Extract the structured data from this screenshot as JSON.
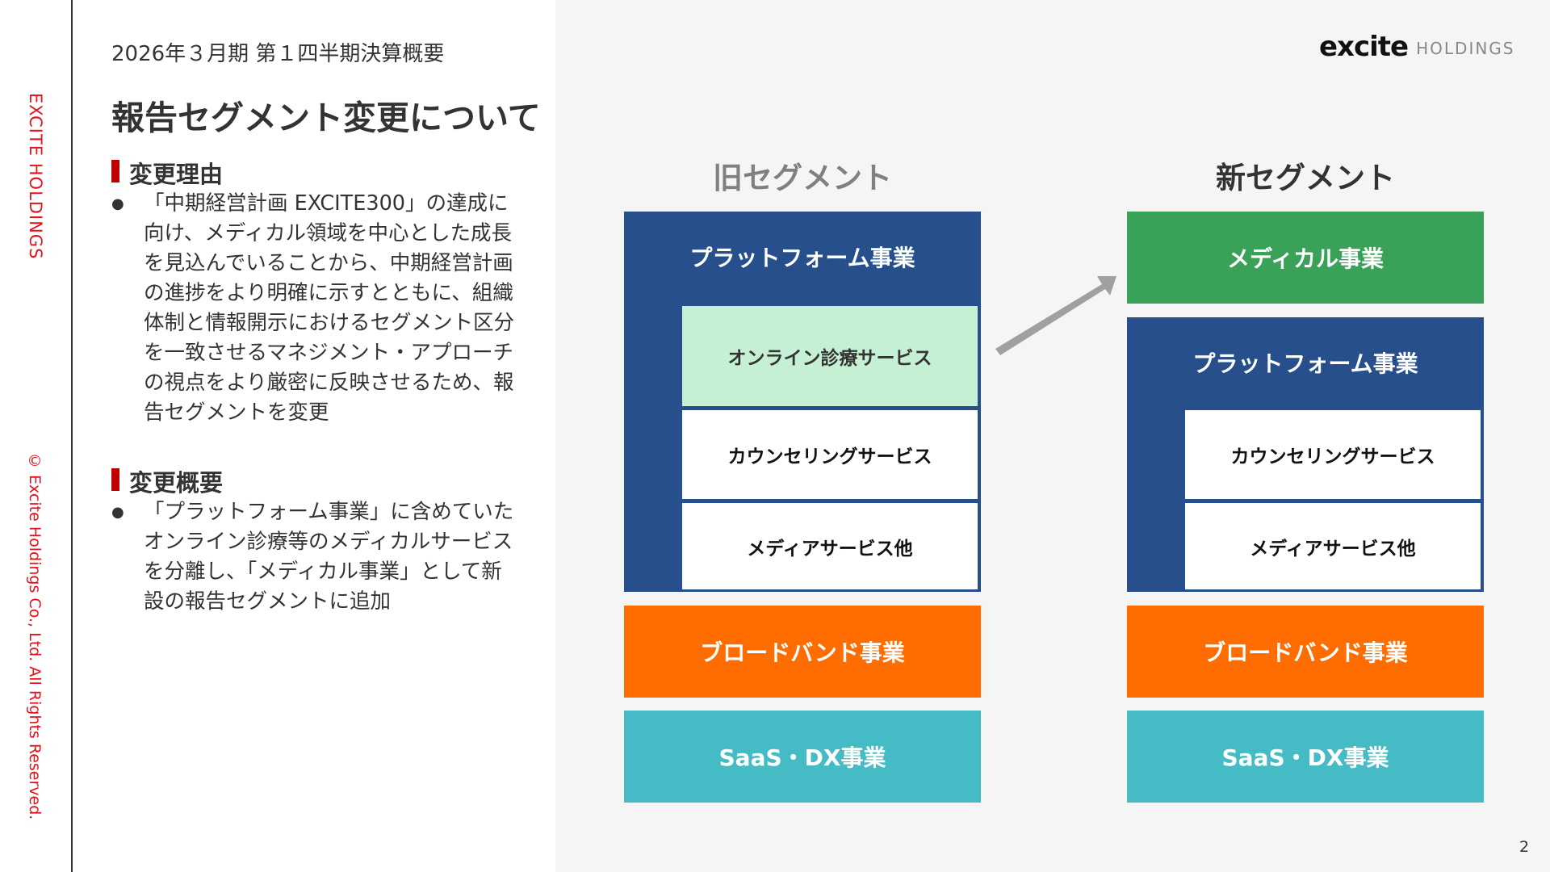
{
  "side": {
    "brand": "EXCITE HOLDINGS",
    "copyright": "© Excite Holdings Co., Ltd. All Rights Reserved."
  },
  "header": {
    "subtitle": "2026年３月期 第１四半期決算概要",
    "title": "報告セグメント変更について",
    "logo_main": "excite",
    "logo_sub": "HOLDINGS"
  },
  "sections": [
    {
      "heading": "変更理由",
      "bullet": "●",
      "lines": [
        "「中期経営計画 EXCITE300」の達成に",
        "向け、メディカル領域を中心とした成長",
        "を見込んでいることから、中期経営計画",
        "の進捗をより明確に示すとともに、組織",
        "体制と情報開示におけるセグメント区分",
        "を一致させるマネジメント・アプローチ",
        "の視点をより厳密に反映させるため、報",
        "告セグメントを変更"
      ]
    },
    {
      "heading": "変更概要",
      "bullet": "●",
      "lines": [
        "「プラットフォーム事業」に含めていた",
        "オンライン診療等のメディカルサービス",
        "を分離し、「メディカル事業」として新",
        "設の報告セグメントに追加"
      ]
    }
  ],
  "old": {
    "header": "旧セグメント",
    "platform": "プラットフォーム事業",
    "online": "オンライン診療サービス",
    "counseling": "カウンセリングサービス",
    "media": "メディアサービス他",
    "broadband": "ブロードバンド事業",
    "saas": "SaaS・DX事業"
  },
  "new": {
    "header": "新セグメント",
    "medical": "メディカル事業",
    "platform": "プラットフォーム事業",
    "counseling": "カウンセリングサービス",
    "media": "メディアサービス他",
    "broadband": "ブロードバンド事業",
    "saas": "SaaS・DX事業"
  },
  "colors": {
    "blue": "#264f8c",
    "green": "#3aa158",
    "lightgreen": "#c6f0d4",
    "orange": "#ff6d00",
    "teal": "#45bbc6",
    "red": "#c00000"
  },
  "page_number": "2"
}
